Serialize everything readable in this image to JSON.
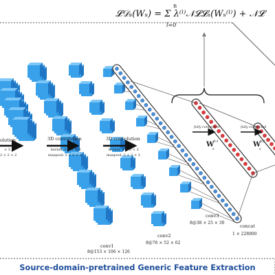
{
  "formula": {
    "main": "𝓛𝒟ₛ(Wₛ) = Σ λ⁽ˡ⁾𝒩𝓛𝓛ₛ(Wₛ⁽ˡ⁾) + 𝒩𝓛",
    "sum_upper": "n",
    "sum_lower": "l=0"
  },
  "stages": {
    "partial_left": {
      "line1": "olution",
      "line2": "× 3",
      "line3": "2 × 2 × 2"
    },
    "conv3d_1": {
      "title": "3D convolution",
      "kernel": "kernel: 3 × 3 × 3",
      "maxpool": "maxpool: 2 × 2 × 2"
    },
    "conv3d_2": {
      "title": "3D convolution",
      "kernel": "kernel: 3 × 3 × 3",
      "maxpool": "maxpool: 2 × 2 × 2"
    },
    "fc1": {
      "title": "fully connected",
      "weight": "W",
      "weight_sub": "s",
      "weight_sup": "fc1"
    },
    "fc2": {
      "title": "fully connected",
      "weight": "W",
      "weight_sub": "s",
      "weight_sup": "fc2"
    }
  },
  "blocks": {
    "conv1": {
      "name": "conv1",
      "dims": "8@153 × 106 × 126"
    },
    "conv2": {
      "name": "conv2",
      "dims": "8@76 × 52 × 62"
    },
    "conv3": {
      "name": "conv3",
      "dims": "8@38 × 25 × 30"
    },
    "concat": {
      "name": "concat",
      "dims": "1 × 228000"
    }
  },
  "caption": "Source-domain-pretrained Generic Feature Extraction",
  "colors": {
    "cube_front": "#39a0ea",
    "cube_top": "#7cc7f7",
    "cube_side": "#1f76c4",
    "node_blue": "#4a90d9",
    "node_red": "#e0393e",
    "caption": "#1f4e9a"
  }
}
